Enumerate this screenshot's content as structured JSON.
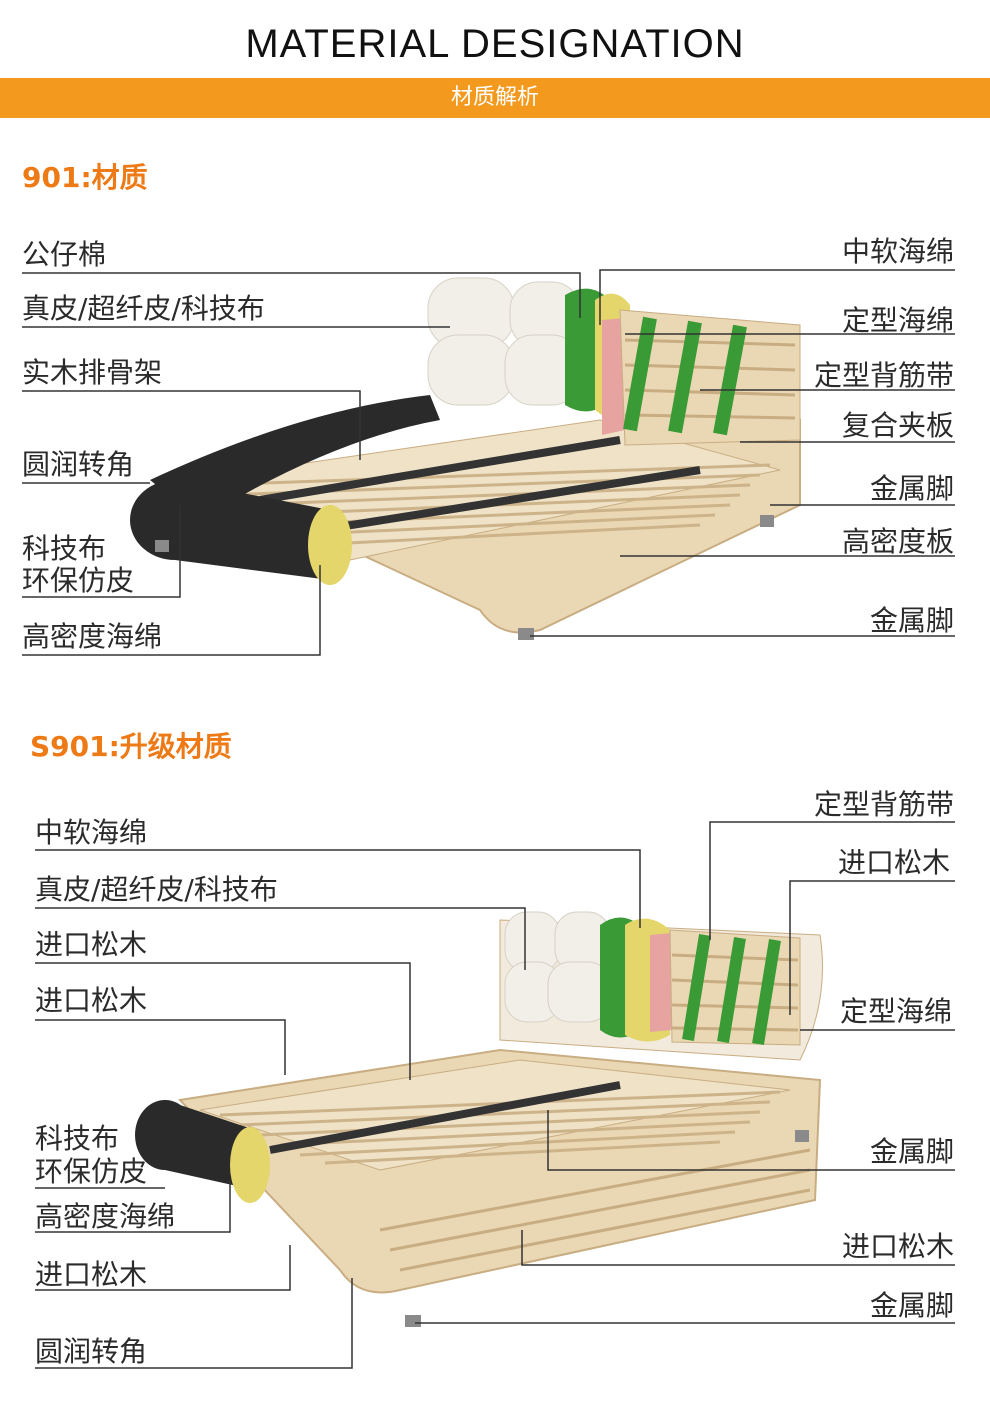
{
  "header": {
    "title": "MATERIAL DESIGNATION",
    "subtitle": "材质解析"
  },
  "section1": {
    "title": "901:材质",
    "left_labels": [
      "公仔棉",
      "真皮/超纤皮/科技布",
      "实木排骨架",
      "圆润转角",
      "科技布",
      "环保仿皮",
      "高密度海绵"
    ],
    "right_labels": [
      "中软海绵",
      "定型海绵",
      "定型背筋带",
      "复合夹板",
      "金属脚",
      "高密度板",
      "金属脚"
    ]
  },
  "section2": {
    "title": "S901:升级材质",
    "left_labels": [
      "中软海绵",
      "真皮/超纤皮/科技布",
      "进口松木",
      "进口松木",
      "科技布",
      "环保仿皮",
      "高密度海绵",
      "进口松木",
      "圆润转角"
    ],
    "right_labels": [
      "定型背筋带",
      "进口松木",
      "定型海绵",
      "金属脚",
      "进口松木",
      "金属脚"
    ]
  },
  "colors": {
    "accent": "#f39a1e",
    "section_title": "#ee7a16",
    "wood": "#ead7b4",
    "wood_dark": "#c9ad82",
    "leather_white": "#f2efe8",
    "leather_black": "#2a2a2a",
    "foam_green": "#3a9a35",
    "foam_yellow": "#e4d66a",
    "foam_pink": "#e6a3a0"
  }
}
